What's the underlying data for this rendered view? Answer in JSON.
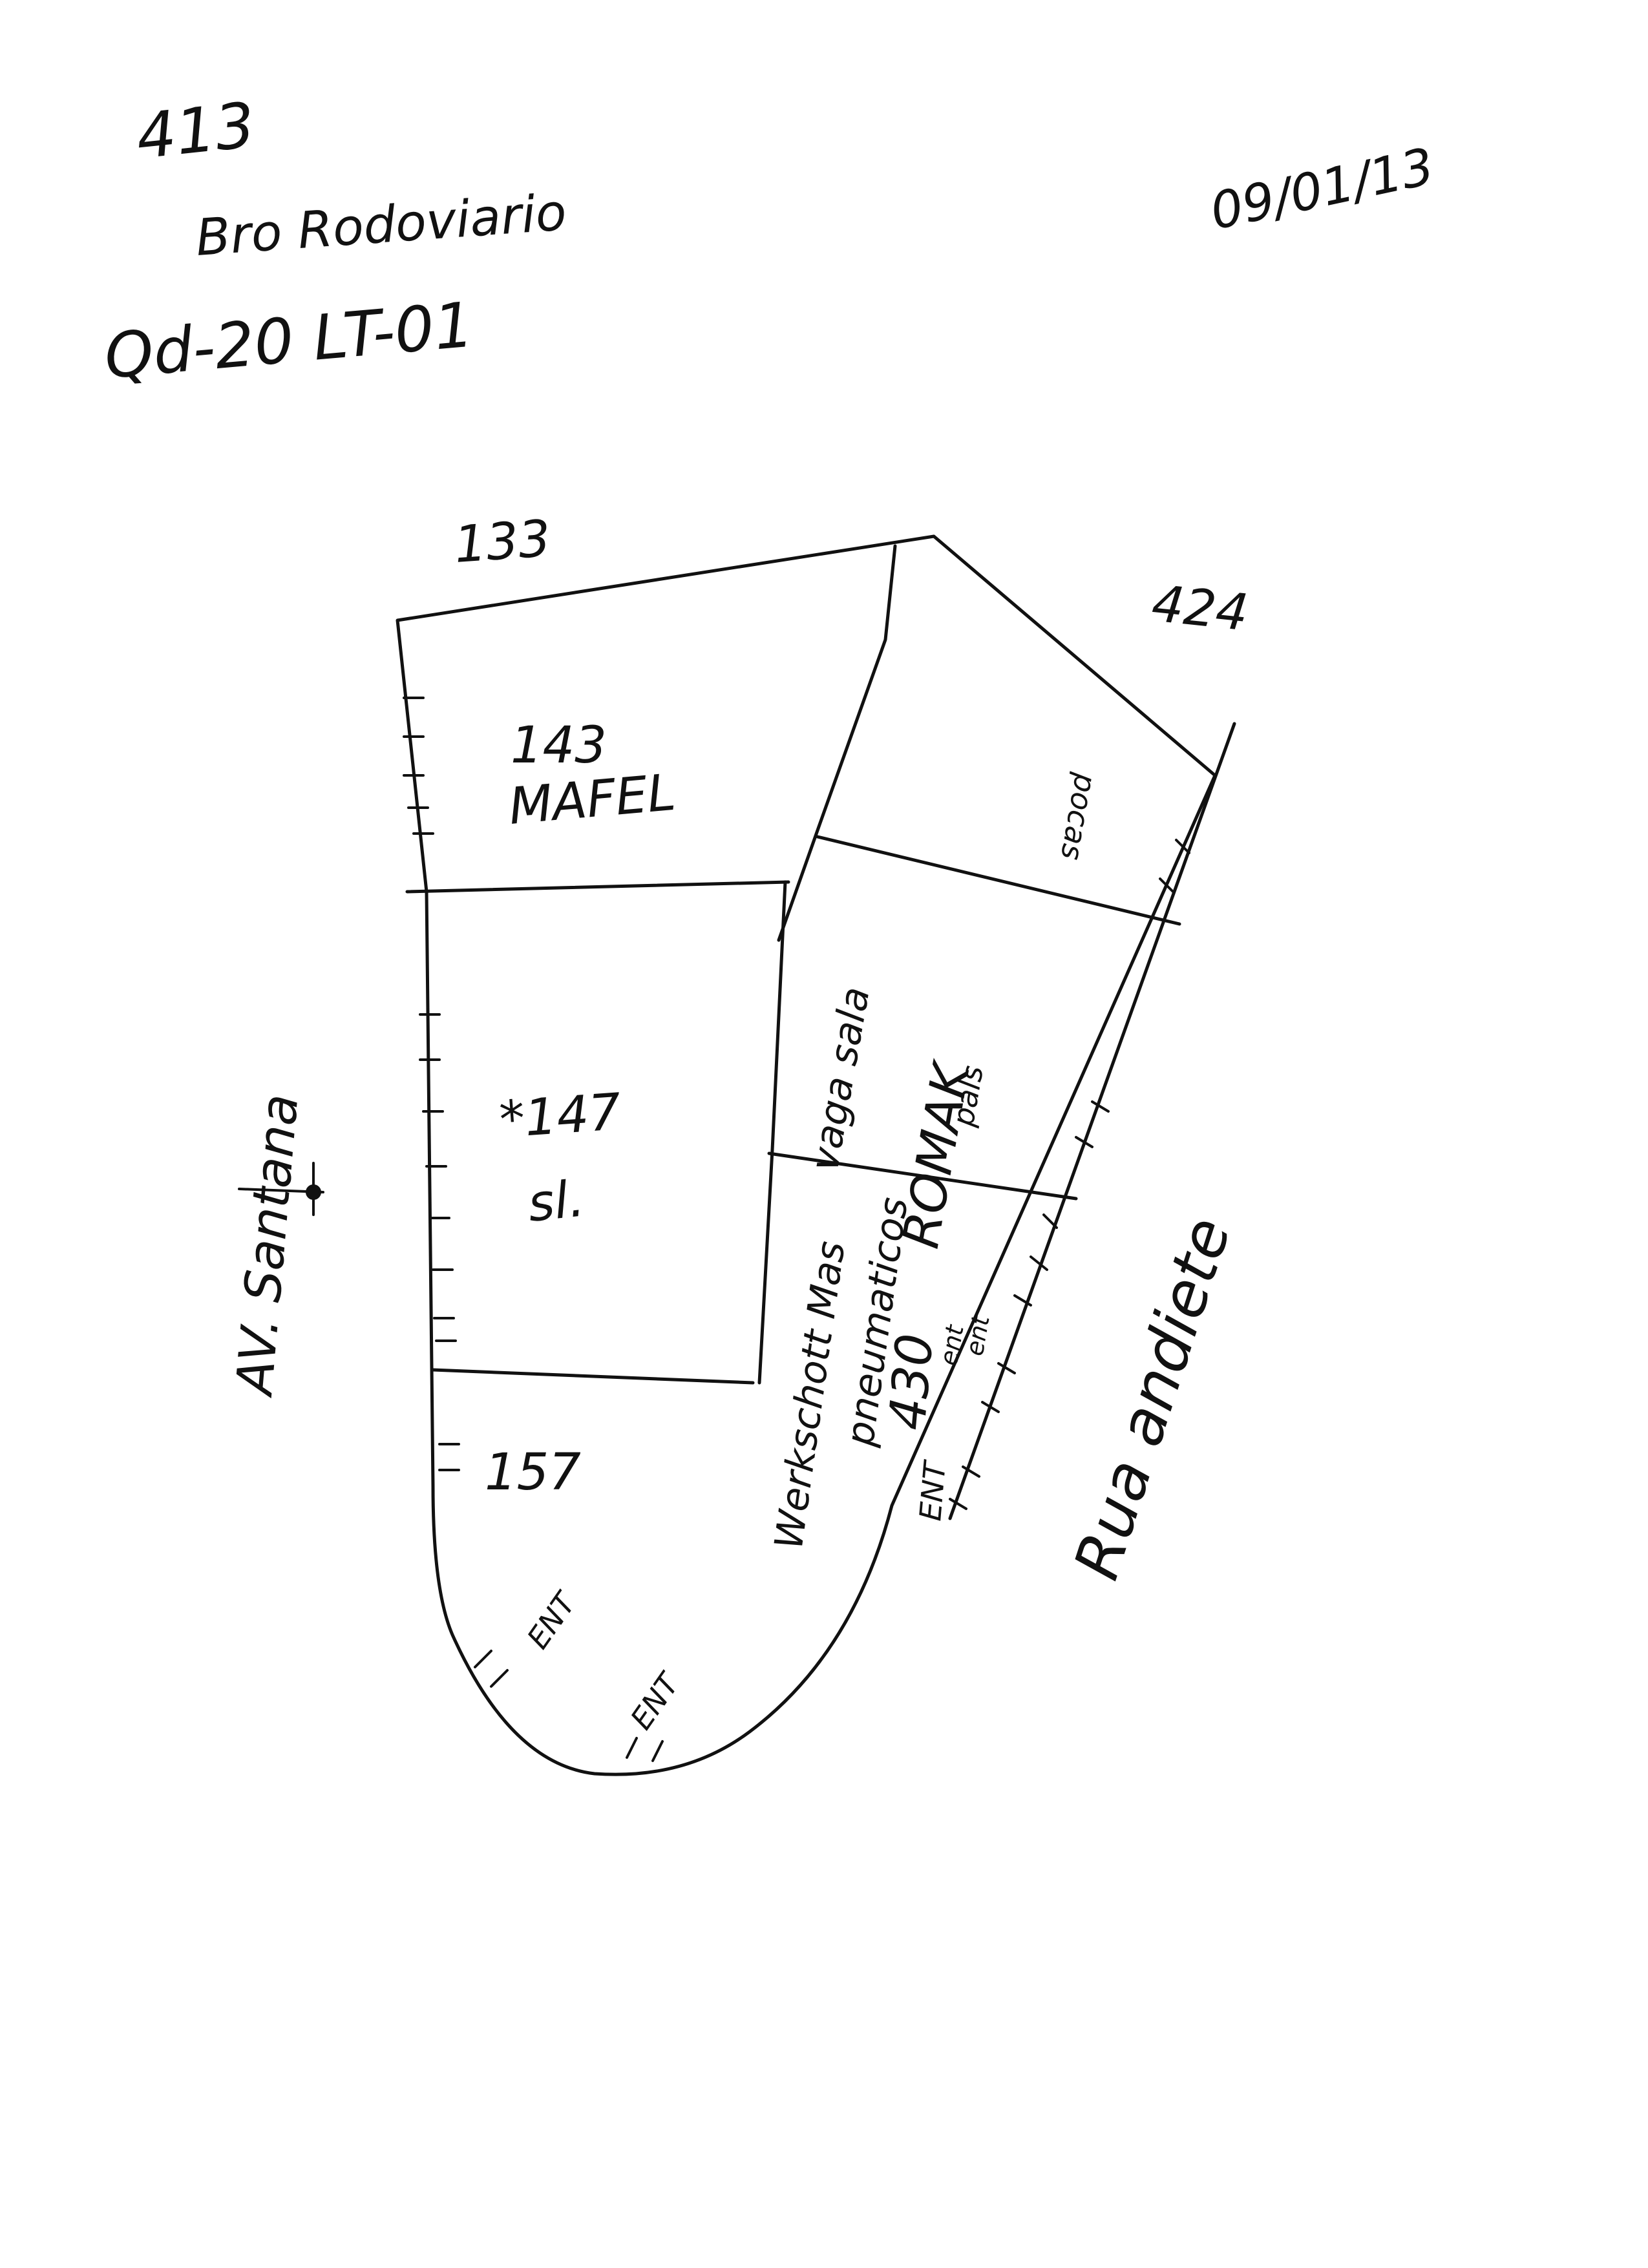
{
  "header": {
    "sheet_number": "413",
    "neighborhood": "Bro Rodoviario",
    "block_lot": "Qd-20 LT-01",
    "date": "09/01/13"
  },
  "plan": {
    "neighbor_top": "133",
    "neighbor_right": "424",
    "lots": {
      "top_left_number": "143",
      "top_left_name": "MAFEL",
      "middle_left": "*147",
      "middle_left_sub": "sl.",
      "bottom_left": "157",
      "right_corner": "pocas",
      "right_middle_main": "ROMAK",
      "right_middle_sub": "pals",
      "right_middle_status": "vaga sala",
      "right_lower_number": "430",
      "right_lower_line1": "Werkschott Mas",
      "right_lower_line2": "pneumaticos"
    },
    "entrances": {
      "ent_1": "ENT",
      "ent_2": "ENT",
      "ent_3": "ENT",
      "ent_4": "ent",
      "ent_5": "ent"
    },
    "streets": {
      "left": "AV. Santana",
      "right": "Rua andiete"
    }
  }
}
